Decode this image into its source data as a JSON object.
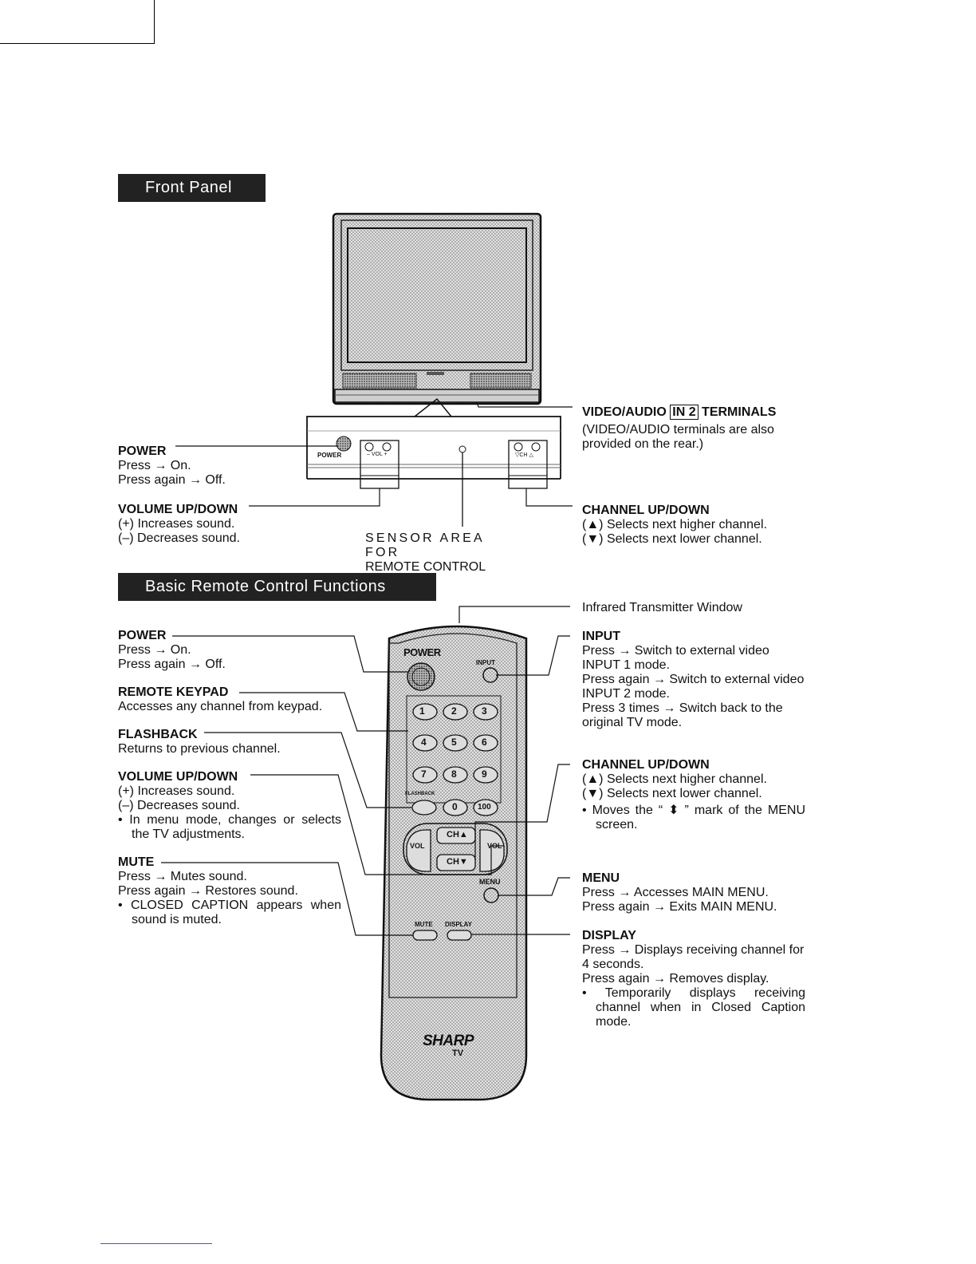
{
  "front_panel": {
    "title": "Front Panel",
    "tv_labels": {
      "power": "POWER",
      "vol": "– VOL +",
      "ch": "▽CH △"
    },
    "power": {
      "heading": "POWER",
      "lines": [
        "Press → On.",
        "Press again → Off."
      ]
    },
    "volume": {
      "heading": "VOLUME UP/DOWN",
      "lines": [
        "(+) Increases sound.",
        "(–) Decreases sound."
      ]
    },
    "sensor": {
      "line1": "SENSOR AREA FOR",
      "line2": "REMOTE CONTROL"
    },
    "video_audio": {
      "heading_pre": "VIDEO/AUDIO",
      "heading_box": "IN 2",
      "heading_post": "TERMINALS",
      "lines": [
        "(VIDEO/AUDIO terminals are also",
        "provided on the rear.)"
      ]
    },
    "channel": {
      "heading": "CHANNEL UP/DOWN",
      "lines": [
        "(▲) Selects next higher channel.",
        "(▼) Selects next lower channel."
      ]
    }
  },
  "remote": {
    "title": "Basic Remote Control Functions",
    "infrared": "Infrared Transmitter Window",
    "power": {
      "heading": "POWER",
      "lines": [
        "Press → On.",
        "Press again → Off."
      ]
    },
    "keypad": {
      "heading": "REMOTE KEYPAD",
      "lines": [
        "Accesses any channel from keypad."
      ]
    },
    "flashback": {
      "heading": "FLASHBACK",
      "lines": [
        "Returns to previous channel."
      ]
    },
    "volume": {
      "heading": "VOLUME UP/DOWN",
      "lines": [
        "(+) Increases sound.",
        "(–) Decreases sound."
      ],
      "bullets": [
        "• In menu mode, changes or selects the TV adjustments."
      ]
    },
    "mute": {
      "heading": "MUTE",
      "lines": [
        "Press → Mutes sound.",
        "Press again → Restores sound."
      ],
      "bullets": [
        "• CLOSED CAPTION appears when sound is muted."
      ]
    },
    "input": {
      "heading": "INPUT",
      "lines": [
        "Press → Switch to external video",
        "INPUT 1 mode.",
        "Press again → Switch to external video",
        "INPUT 2 mode.",
        "Press 3 times → Switch back to the",
        "original TV mode."
      ]
    },
    "channel": {
      "heading": "CHANNEL UP/DOWN",
      "lines": [
        "(▲) Selects next higher channel.",
        "(▼) Selects next lower channel."
      ],
      "bullets": [
        "• Moves the “ ⬍ ” mark of the MENU screen."
      ]
    },
    "menu": {
      "heading": "MENU",
      "lines": [
        "Press → Accesses MAIN MENU.",
        "Press again → Exits MAIN MENU."
      ]
    },
    "display": {
      "heading": "DISPLAY",
      "lines": [
        "Press → Displays receiving channel for",
        "4 seconds.",
        "Press again → Removes display."
      ],
      "bullets": [
        "• Temporarily displays receiving channel when in Closed Caption mode."
      ]
    },
    "buttons": {
      "power": "POWER",
      "input": "INPUT",
      "keys": [
        "1",
        "2",
        "3",
        "4",
        "5",
        "6",
        "7",
        "8",
        "9"
      ],
      "flashback": "FLASHBACK",
      "zero": "0",
      "hundred": "100",
      "vol": "VOL",
      "ch_up": "CH▲",
      "ch_down": "CH▼",
      "menu": "MENU",
      "mute": "MUTE",
      "display": "DISPLAY",
      "brand": "SHARP",
      "brand_sub": "TV"
    }
  }
}
